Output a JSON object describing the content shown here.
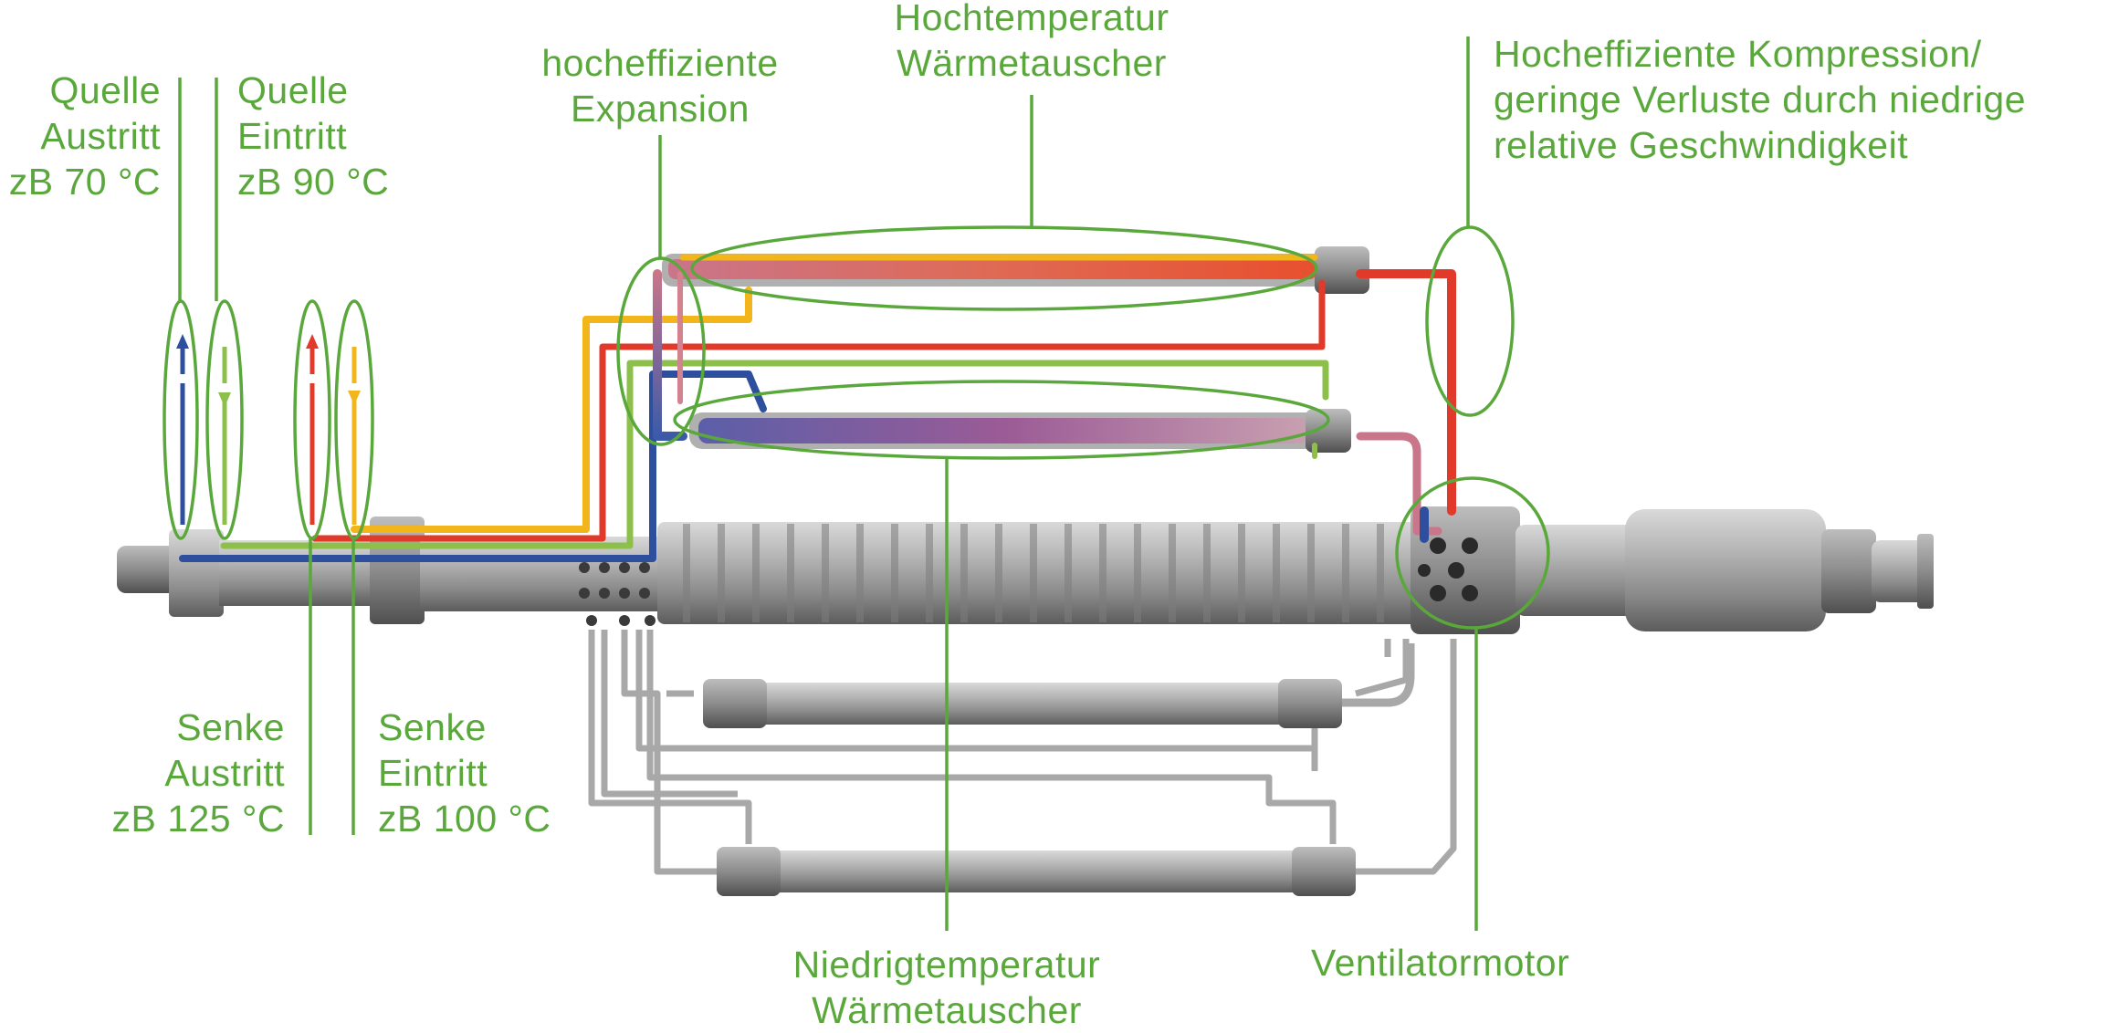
{
  "colors": {
    "annotation": "#5aa83c",
    "source_outlet": "#2d4f9e",
    "source_inlet": "#8cc04b",
    "sink_outlet": "#e23a2a",
    "sink_inlet": "#f2b51b",
    "metal": "#9a9a9a"
  },
  "labels": {
    "source_outlet": [
      "Quelle",
      "Austritt",
      "zB 70 °C"
    ],
    "source_inlet": [
      "Quelle",
      "Eintritt",
      "zB 90 °C"
    ],
    "expansion": [
      "hocheffiziente",
      "Expansion"
    ],
    "ht_exchanger": [
      "Hochtemperatur",
      "Wärmetauscher"
    ],
    "compression": [
      "Hocheffiziente Kompression/",
      "geringe Verluste durch niedrige",
      "relative Geschwindigkeit"
    ],
    "sink_outlet": [
      "Senke",
      "Austritt",
      "zB 125 °C"
    ],
    "sink_inlet": [
      "Senke",
      "Eintritt",
      "zB 100 °C"
    ],
    "lt_exchanger": [
      "Niedrigtemperatur",
      "Wärmetauscher"
    ],
    "fan_motor": [
      "Ventilatormotor"
    ]
  }
}
